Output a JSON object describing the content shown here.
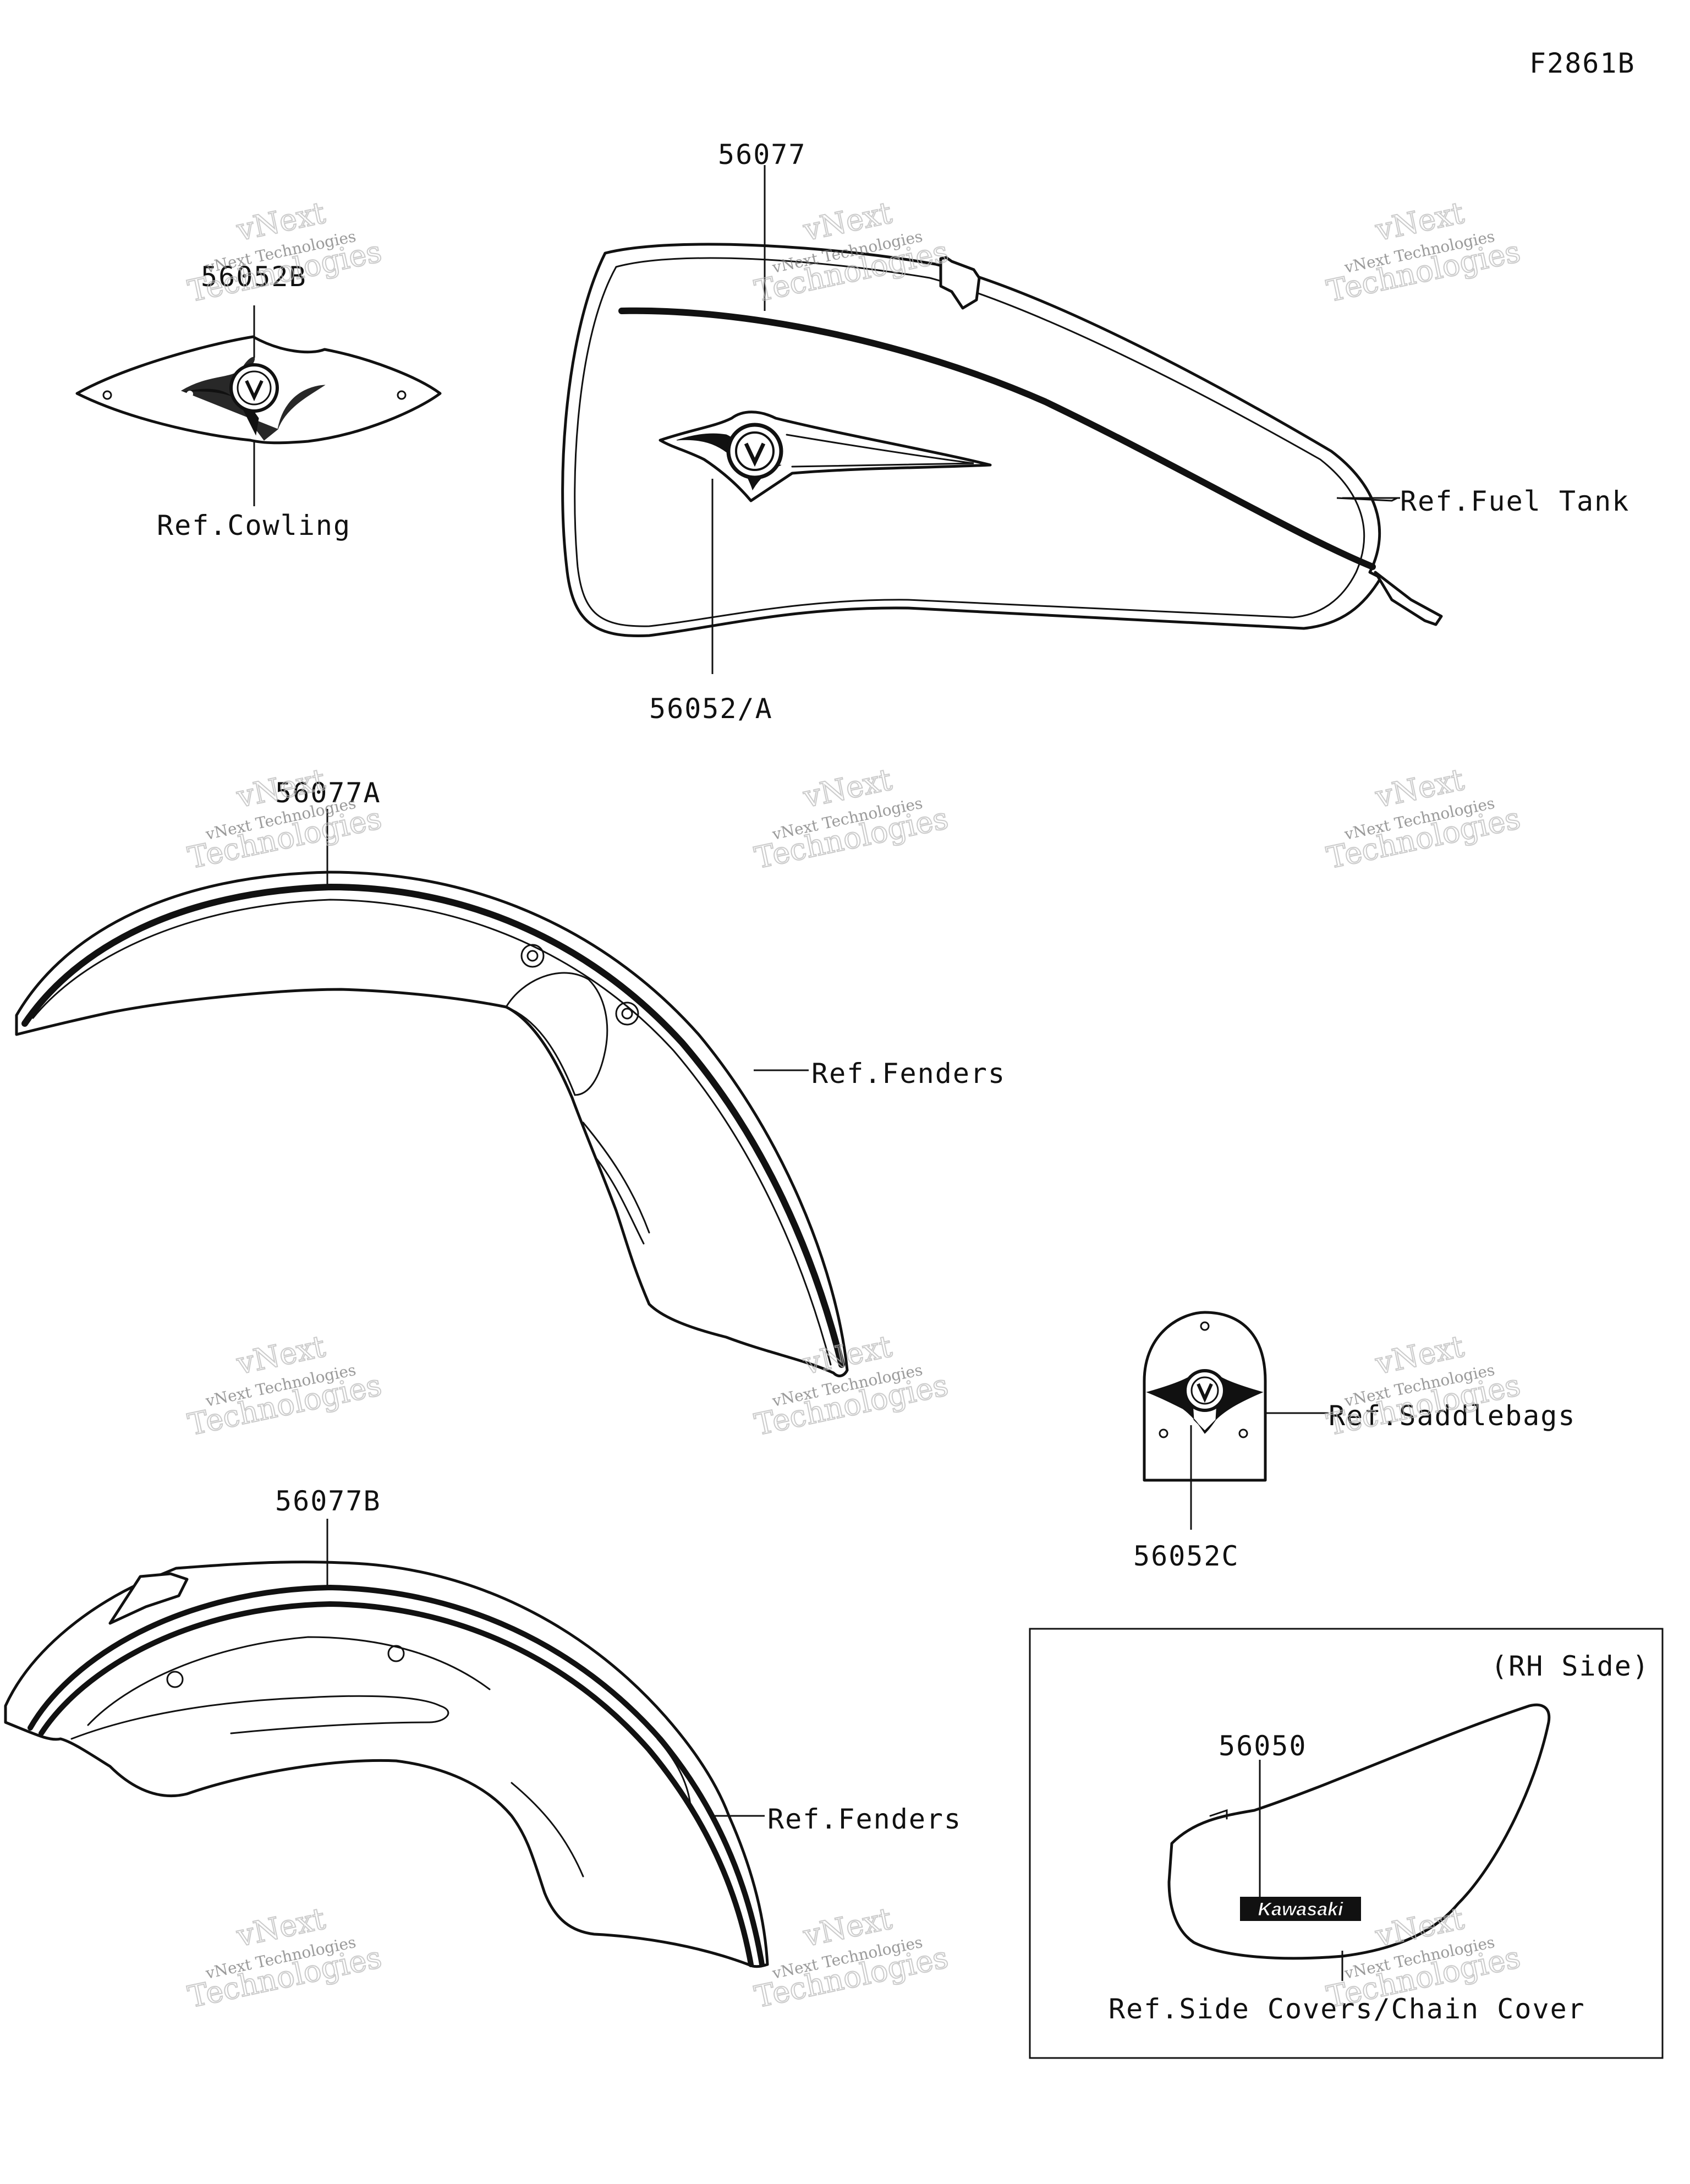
{
  "figure_id": "F2861B",
  "labels": {
    "p56052B": "56052B",
    "ref_cowling": "Ref.Cowling",
    "p56077": "56077",
    "ref_fuel_tank": "Ref.Fuel Tank",
    "p56052A": "56052/A",
    "p56077A": "56077A",
    "ref_fenders_front": "Ref.Fenders",
    "p56052C": "56052C",
    "ref_saddlebags": "Ref.Saddlebags",
    "p56077B": "56077B",
    "ref_fenders_rear": "Ref.Fenders",
    "rh_side": "(RH Side)",
    "p56050": "56050",
    "kawasaki_logo": "Kawasaki",
    "ref_side_covers": "Ref.Side Covers/Chain Cover"
  },
  "watermark": {
    "line1": "vNext",
    "line2": "vNext Technologies",
    "line3": "Technologies"
  }
}
